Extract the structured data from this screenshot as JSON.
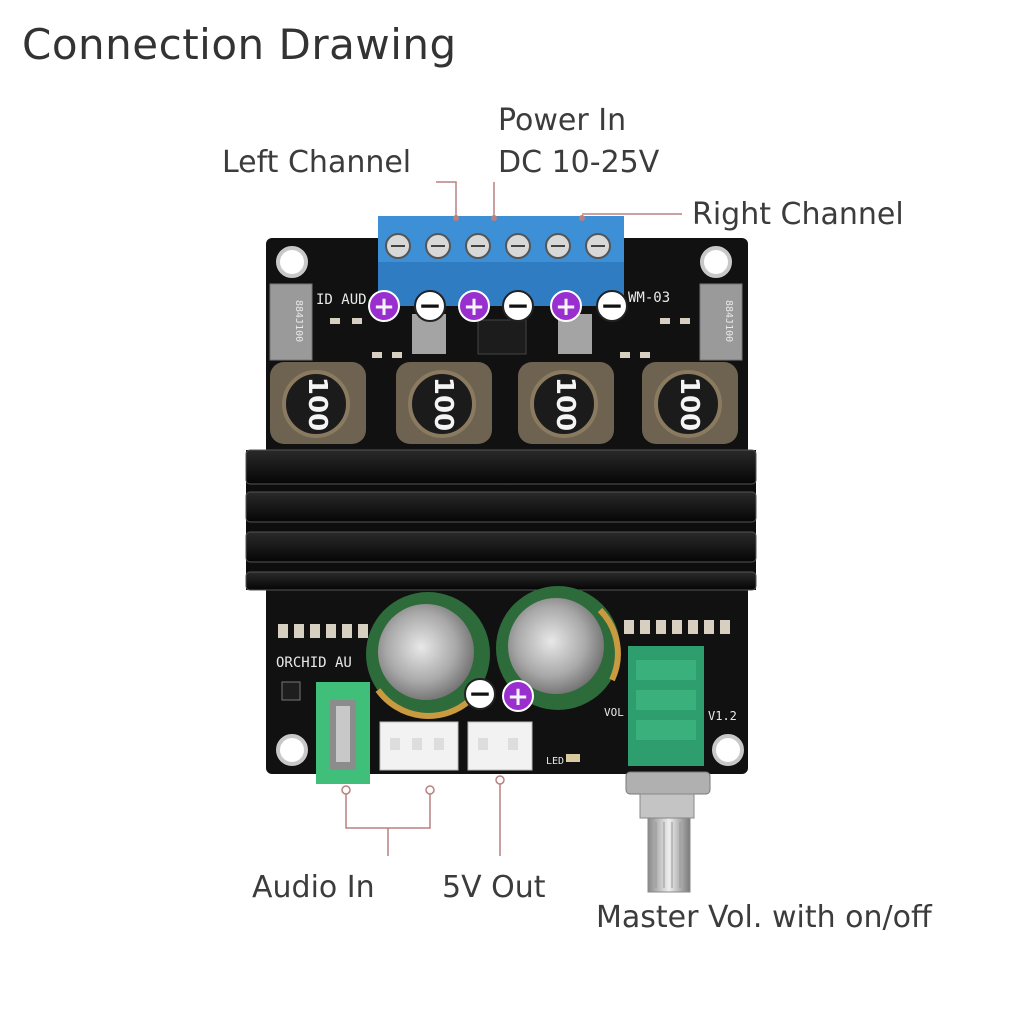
{
  "title": "Connection Drawing",
  "labels": {
    "left_channel": "Left Channel",
    "power_in": "Power In",
    "power_voltage": "DC 10-25V",
    "right_channel": "Right Channel",
    "audio_in": "Audio In",
    "five_v_out": "5V Out",
    "master_vol": "Master Vol. with on/off"
  },
  "board": {
    "silk_top_left": "ID AUD",
    "silk_top_right": "WM-03",
    "silk_bottom_left": "ORCHID AU",
    "silk_vol": "VOL",
    "silk_version": "V1.2",
    "silk_led": "LED",
    "inductor_value": "100",
    "cap_value": "884J100"
  },
  "terminal_polarity": [
    "+",
    "−",
    "+",
    "−",
    "+",
    "−"
  ],
  "capacitor_polarity": [
    "−",
    "+"
  ],
  "colors": {
    "pcb": "#111111",
    "terminal_block": "#3d8fd6",
    "plus_marker": "#9a2fd0",
    "minus_marker": "#ffffff",
    "audio_jack": "#3fbf7a",
    "potentiometer": "#2f9e6e",
    "leader_line": "#b98080"
  }
}
